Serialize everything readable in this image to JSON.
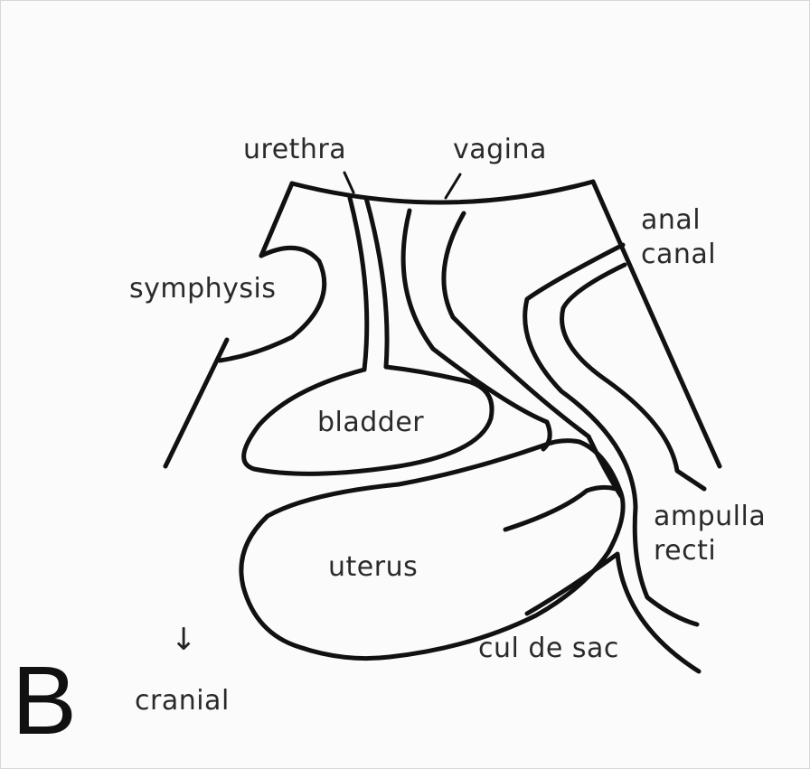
{
  "figure": {
    "panel_letter": "B",
    "orientation": {
      "arrow_icon": "arrow-down-icon",
      "label": "cranial"
    },
    "labels": {
      "urethra": "urethra",
      "vagina": "vagina",
      "anal_line1": "anal",
      "anal_line2": "canal",
      "symphysis": "symphysis",
      "bladder": "bladder",
      "uterus": "uterus",
      "ampulla_line1": "ampulla",
      "ampulla_line2": "recti",
      "cul_de_sac": "cul de sac"
    },
    "colors": {
      "stroke": "#111111",
      "background": "#fbfbfb",
      "text": "#2a2a2a"
    }
  }
}
